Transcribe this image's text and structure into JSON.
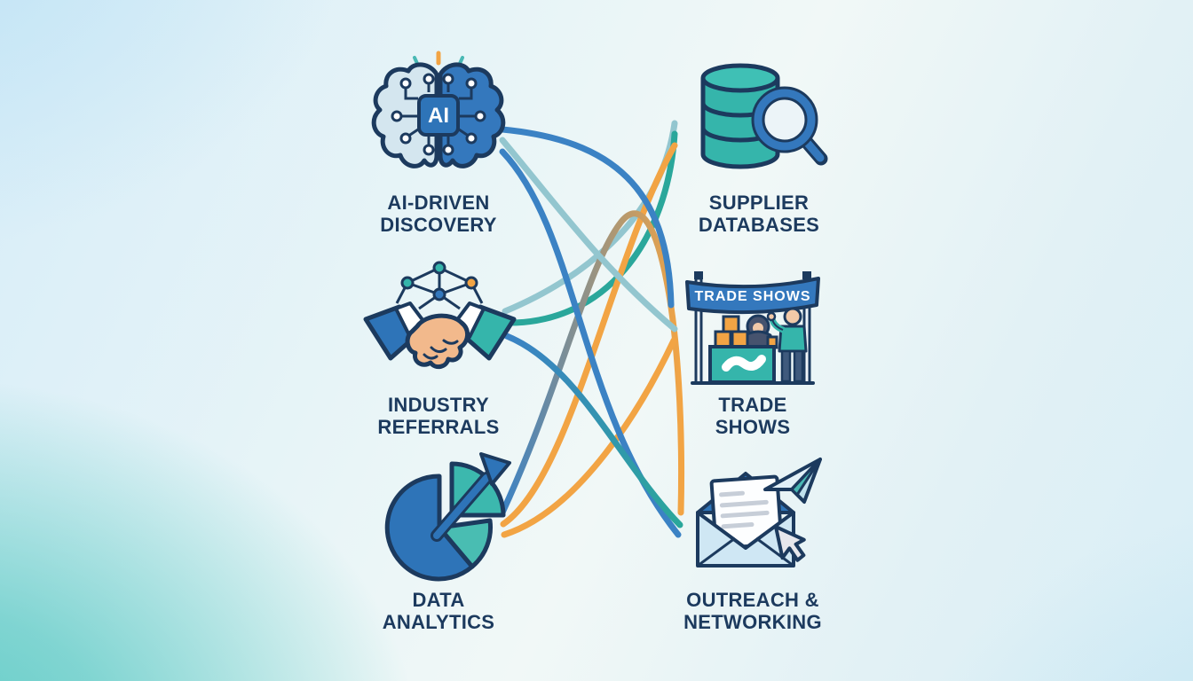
{
  "colors": {
    "blue": "#3b82c4",
    "pale_teal": "#93c6cf",
    "teal": "#2aa79b",
    "orange": "#f2a444",
    "outline": "#1c3a5e",
    "label_text": "#1c3a5e",
    "icon_teal": "#35b5ab",
    "icon_blue": "#2e74b8",
    "background_corner": "#5fcbc4"
  },
  "nodes": {
    "left": [
      {
        "id": "ai-driven-discovery",
        "icon": "ai-brain-icon",
        "icon_text": "AI",
        "label_line1": "AI-DRIVEN",
        "label_line2": "DISCOVERY"
      },
      {
        "id": "industry-referrals",
        "icon": "handshake-network-icon",
        "label_line1": "INDUSTRY",
        "label_line2": "REFERRALS"
      },
      {
        "id": "data-analytics",
        "icon": "pie-chart-arrow-icon",
        "label_line1": "DATA",
        "label_line2": "ANALYTICS"
      }
    ],
    "right": [
      {
        "id": "supplier-databases",
        "icon": "database-search-icon",
        "label_line1": "SUPPLIER",
        "label_line2": "DATABASES"
      },
      {
        "id": "trade-shows",
        "icon": "trade-show-booth-icon",
        "banner_text": "TRADE SHOWS",
        "label_line1": "TRADE",
        "label_line2": "SHOWS"
      },
      {
        "id": "outreach-networking",
        "icon": "envelope-send-icon",
        "label_line1": "OUTREACH &",
        "label_line2": "NETWORKING"
      }
    ]
  },
  "connections": [
    {
      "from": "ai-driven-discovery",
      "to": "trade-shows",
      "color": "blue"
    },
    {
      "from": "ai-driven-discovery",
      "to": "trade-shows",
      "color": "pale_teal"
    },
    {
      "from": "ai-driven-discovery",
      "to": "outreach-networking",
      "color": "blue"
    },
    {
      "from": "industry-referrals",
      "to": "supplier-databases",
      "color": "pale_teal"
    },
    {
      "from": "industry-referrals",
      "to": "supplier-databases",
      "color": "teal"
    },
    {
      "from": "industry-referrals",
      "to": "outreach-networking",
      "color": "blue-teal"
    },
    {
      "from": "data-analytics",
      "to": "supplier-databases",
      "color": "orange"
    },
    {
      "from": "data-analytics",
      "to": "trade-shows",
      "color": "orange"
    },
    {
      "from": "data-analytics",
      "to": "outreach-networking",
      "color": "blue-orange"
    }
  ]
}
